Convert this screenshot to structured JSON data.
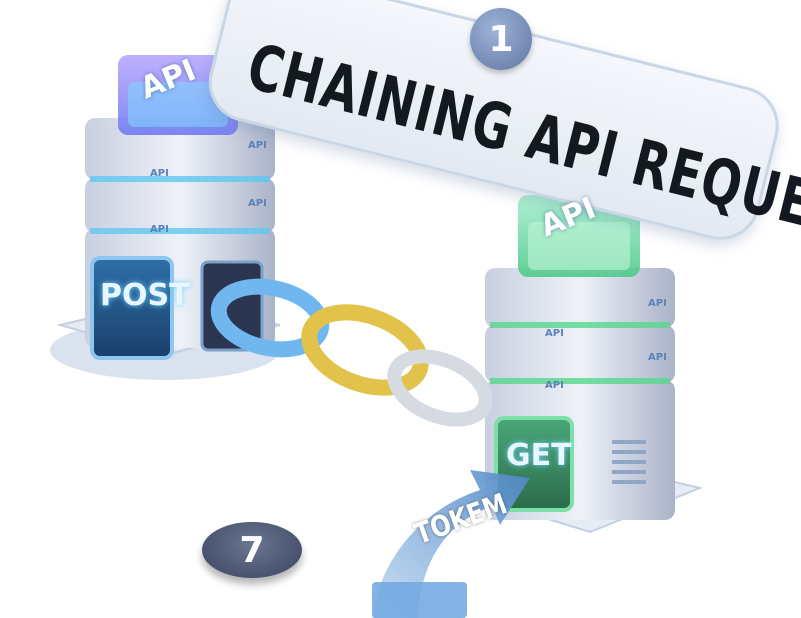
{
  "title": "CHAINING API REQUESTS",
  "badge_top": "1",
  "badge_bottom": "7",
  "left_server": {
    "cube_label": "API",
    "screen_label": "POST",
    "layer_labels": [
      "API",
      "API",
      "API",
      "API"
    ]
  },
  "right_server": {
    "cube_label": "API",
    "screen_label": "GET",
    "layer_labels": [
      "API",
      "API",
      "API",
      "API"
    ]
  },
  "token_label": "TOKEM",
  "colors": {
    "left_glow": "#5fc8f0",
    "right_glow": "#58d68d",
    "chain_blue": "#6fb7ee",
    "chain_gold": "#e2c24a",
    "chain_silver": "#d6dbe2"
  }
}
